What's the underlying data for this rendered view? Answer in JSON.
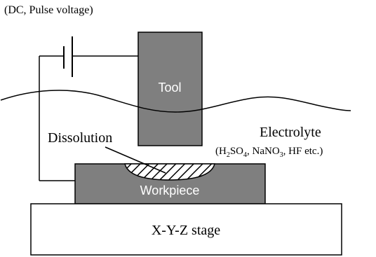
{
  "labels": {
    "power_source": "(DC, Pulse voltage)",
    "tool": "Tool",
    "electrolyte": "Electrolyte",
    "electrolyte_examples": {
      "open": "(H",
      "h_sub": "2",
      "so": "SO",
      "so_sub": "4",
      "nano": ", NaNO",
      "nano_sub": "3",
      "rest": ", HF etc.)"
    },
    "dissolution": "Dissolution",
    "workpiece": "Workpiece",
    "stage": "X-Y-Z stage"
  },
  "colors": {
    "tool_fill": "#7f7f7f",
    "workpiece_fill": "#7f7f7f",
    "label_on_gray": "#ffffff",
    "line": "#000000",
    "stage_fill": "#ffffff"
  }
}
